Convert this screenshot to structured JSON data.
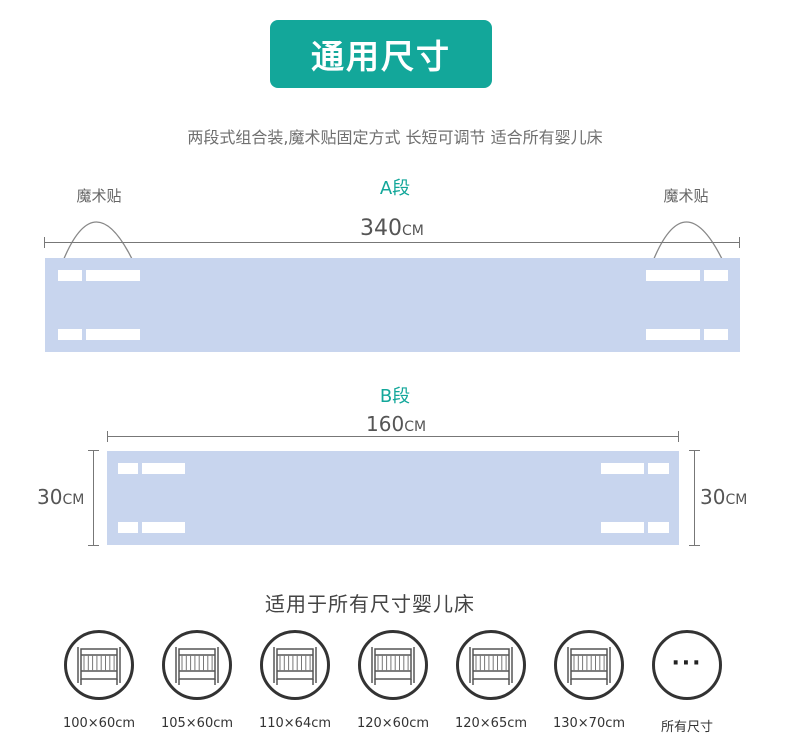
{
  "header": {
    "title": "通用尺寸",
    "subtitle": "两段式组合装,魔术贴固定方式  长短可调节  适合所有婴儿床"
  },
  "section_a": {
    "label": "A段",
    "length_value": "340",
    "length_unit": "CM",
    "velcro_left": "魔术贴",
    "velcro_right": "魔术贴"
  },
  "section_b": {
    "label": "B段",
    "length_value": "160",
    "length_unit": "CM",
    "height_left_value": "30",
    "height_left_unit": "CM",
    "height_right_value": "30",
    "height_right_unit": "CM"
  },
  "applies": {
    "title": "适用于所有尺寸婴儿床",
    "sizes": [
      {
        "label": "100×60cm",
        "icon": "crib-icon"
      },
      {
        "label": "105×60cm",
        "icon": "crib-icon"
      },
      {
        "label": "110×64cm",
        "icon": "crib-icon"
      },
      {
        "label": "120×60cm",
        "icon": "crib-icon"
      },
      {
        "label": "120×65cm",
        "icon": "crib-icon"
      },
      {
        "label": "130×70cm",
        "icon": "crib-icon"
      },
      {
        "label": "所有尺寸",
        "icon": "ellipsis-icon",
        "symbol": "···"
      }
    ]
  },
  "colors": {
    "accent": "#13a79a",
    "pad": "#c8d5ee",
    "text": "#555555"
  }
}
